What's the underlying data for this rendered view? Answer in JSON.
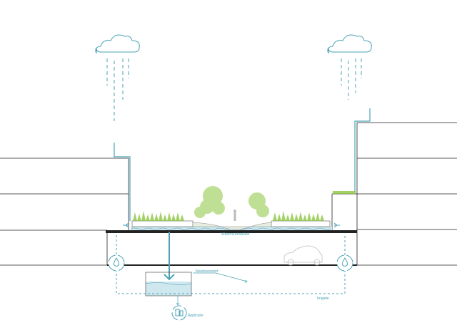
{
  "labels": {
    "roof": "Waterneutraaldak",
    "overflow": "Noodoverstort",
    "application": "Applicatie",
    "irrigation": "Irrigatie"
  },
  "colors": {
    "water": "#4aa3b5",
    "water_fill": "#cfe7ee",
    "green": "#8cc63f",
    "line": "#222222"
  },
  "icons": [
    "rain-cloud-icon",
    "water-drop-cycle-icon",
    "car-icon",
    "tree-icon",
    "person-icon",
    "application-cycle-icon"
  ]
}
